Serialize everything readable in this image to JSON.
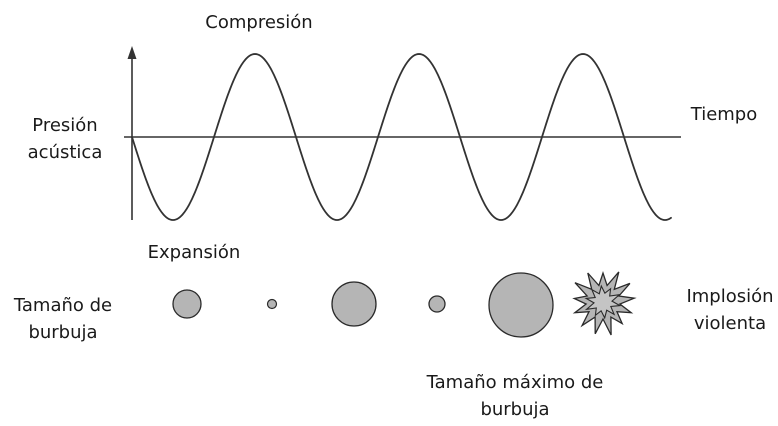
{
  "labels": {
    "compression": "Compresión",
    "pressure": [
      "Presión",
      "acústica"
    ],
    "time": "Tiempo",
    "expansion": "Expansión",
    "bubble_size": [
      "Tamaño de",
      "burbuja"
    ],
    "implosion": [
      "Implosión",
      "violenta"
    ],
    "max_bubble_size": [
      "Tamaño máximo de",
      "burbuja"
    ]
  },
  "bubbles": [
    {
      "name": "bubble-1",
      "relative_size": 0.44
    },
    {
      "name": "bubble-2",
      "relative_size": 0.13
    },
    {
      "name": "bubble-3",
      "relative_size": 0.67
    },
    {
      "name": "bubble-4",
      "relative_size": 0.25
    },
    {
      "name": "bubble-5",
      "relative_size": 1.0
    }
  ],
  "colors": {
    "line": "#333333",
    "bubble_fill": "#b5b5b5",
    "bubble_stroke": "#2a2a2a"
  }
}
